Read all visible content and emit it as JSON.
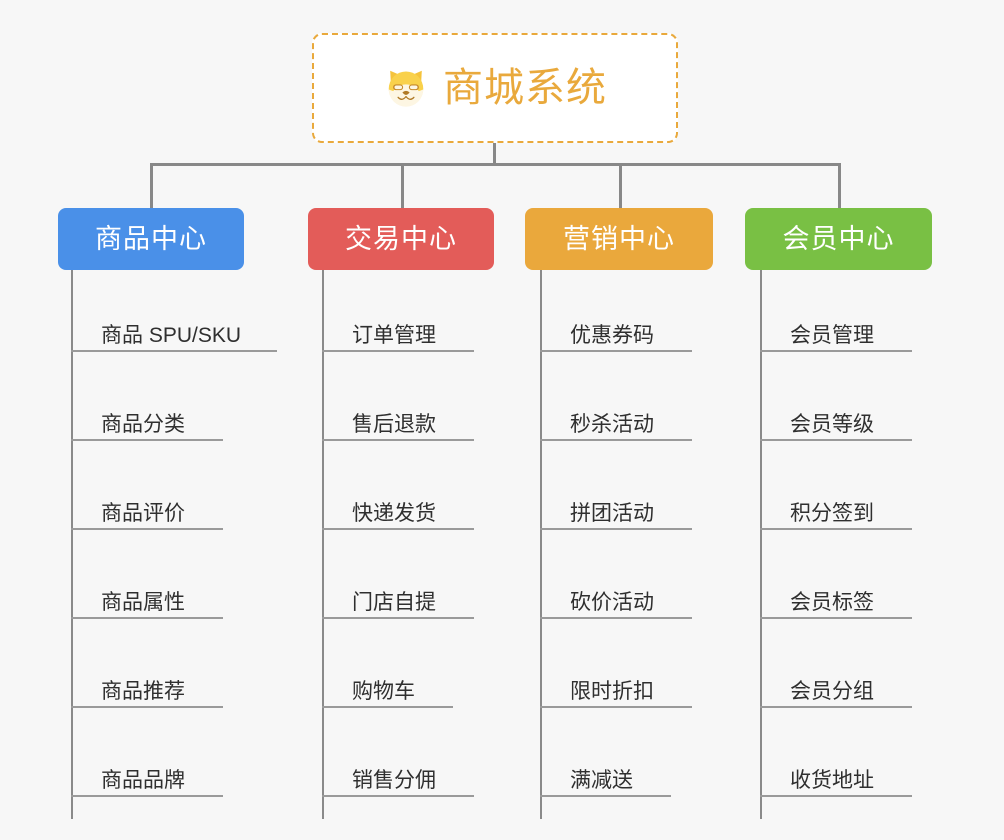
{
  "page": {
    "background_color": "#f7f7f7",
    "type": "mind-map",
    "line_color": "#888888"
  },
  "root": {
    "title": "商城系统",
    "icon": "shiba-dog-face-emoji",
    "text_color": "#e9a93c",
    "border_color": "#e9a93c",
    "background_color": "#ffffff"
  },
  "branches": [
    {
      "label": "商品中心",
      "color": "#4a90e8",
      "items": [
        "商品 SPU/SKU",
        "商品分类",
        "商品评价",
        "商品属性",
        "商品推荐",
        "商品品牌"
      ]
    },
    {
      "label": "交易中心",
      "color": "#e35c59",
      "items": [
        "订单管理",
        "售后退款",
        "快递发货",
        "门店自提",
        "购物车",
        "销售分佣"
      ]
    },
    {
      "label": "营销中心",
      "color": "#eaa83c",
      "items": [
        "优惠券码",
        "秒杀活动",
        "拼团活动",
        "砍价活动",
        "限时折扣",
        "满减送"
      ]
    },
    {
      "label": "会员中心",
      "color": "#79c044",
      "items": [
        "会员管理",
        "会员等级",
        "积分签到",
        "会员标签",
        "会员分组",
        "收货地址"
      ]
    }
  ]
}
